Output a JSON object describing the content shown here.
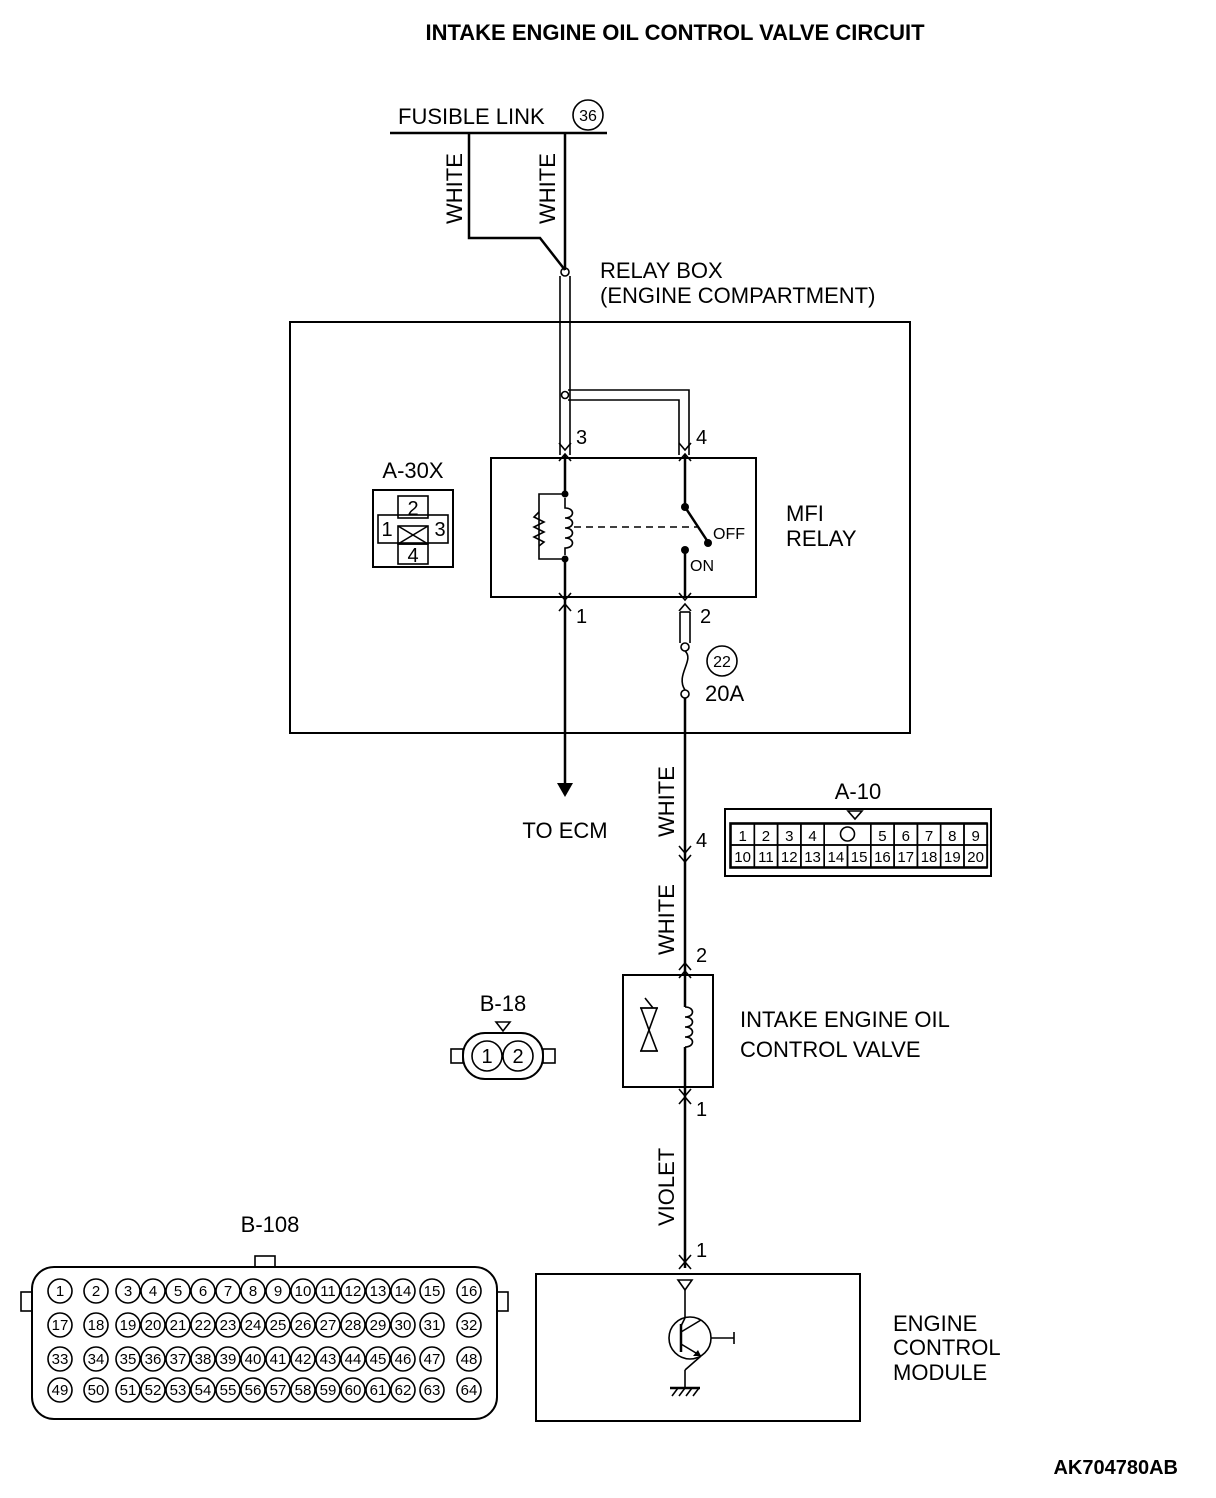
{
  "title": "INTAKE ENGINE OIL CONTROL VALVE CIRCUIT",
  "fusible_link": {
    "label": "FUSIBLE LINK",
    "number": "36"
  },
  "wire_colors": {
    "white_left": "WHITE",
    "white_right": "WHITE",
    "white_relay_out": "WHITE",
    "white_valve_in": "WHITE",
    "violet": "VIOLET"
  },
  "relay_box": {
    "line1": "RELAY BOX",
    "line2": "(ENGINE COMPARTMENT)"
  },
  "mfi_relay": {
    "line1": "MFI",
    "line2": "RELAY",
    "off_label": "OFF",
    "on_label": "ON",
    "pins": {
      "p3": "3",
      "p4": "4",
      "p1": "1",
      "p2": "2"
    }
  },
  "fuse": {
    "number": "22",
    "rating": "20A"
  },
  "to_ecm": "TO ECM",
  "connector_a30x": {
    "name": "A-30X",
    "pins": [
      "1",
      "2",
      "3",
      "4"
    ]
  },
  "connector_a10": {
    "name": "A-10",
    "pin": "4",
    "row1": [
      "1",
      "2",
      "3",
      "4",
      "",
      "5",
      "6",
      "7",
      "8",
      "9"
    ],
    "row2": [
      "10",
      "11",
      "12",
      "13",
      "14",
      "15",
      "16",
      "17",
      "18",
      "19",
      "20"
    ]
  },
  "valve": {
    "line1": "INTAKE ENGINE OIL",
    "line2": "CONTROL VALVE",
    "pin_top": "2",
    "pin_bottom": "1"
  },
  "connector_b18": {
    "name": "B-18",
    "pins": [
      "1",
      "2"
    ]
  },
  "ecm": {
    "line1": "ENGINE",
    "line2": "CONTROL",
    "line3": "MODULE",
    "pin": "1"
  },
  "connector_b108": {
    "name": "B-108",
    "pin_count": 64
  },
  "figure_id": "AK704780AB"
}
